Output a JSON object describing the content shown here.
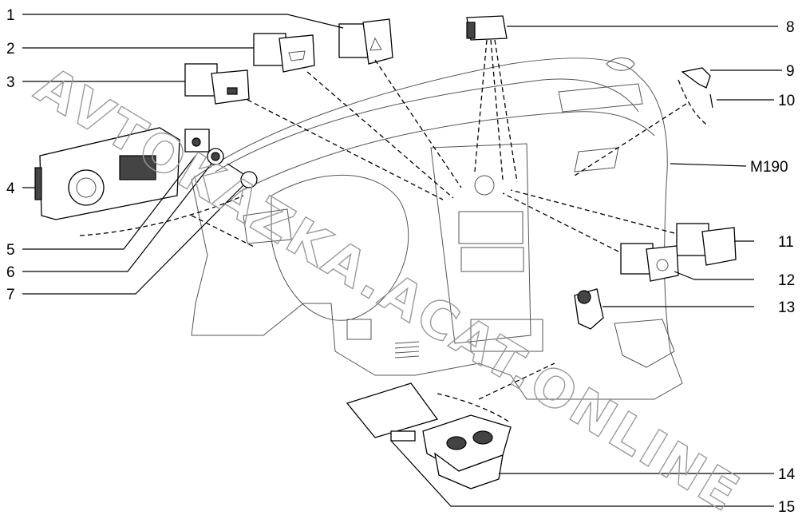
{
  "diagram": {
    "title_code": "M190",
    "watermark": "AVTOKAZKA.ACAT.ONLINE",
    "callouts": [
      "1",
      "2",
      "3",
      "4",
      "5",
      "6",
      "7",
      "8",
      "9",
      "10",
      "11",
      "12",
      "13",
      "14",
      "15"
    ]
  }
}
